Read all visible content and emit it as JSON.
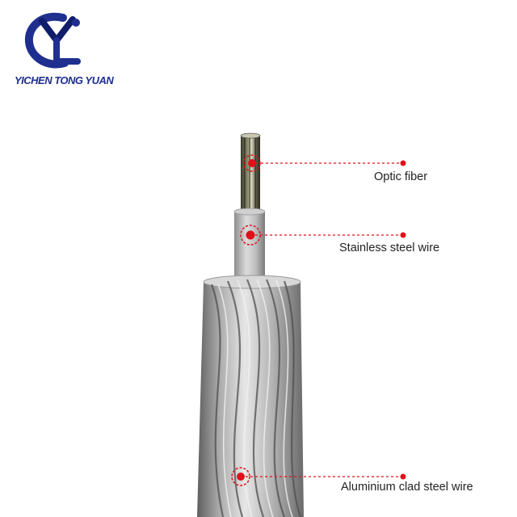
{
  "brand": {
    "name": "YICHEN TONG YUAN",
    "logo_icon": "yc-monogram-logo",
    "colors": {
      "blue": "#1f2f8f",
      "navy": "#0f1d6b"
    }
  },
  "diagram": {
    "components": [
      {
        "id": "fiber",
        "label": "Optic fiber"
      },
      {
        "id": "steel",
        "label": "Stainless steel wire"
      },
      {
        "id": "clad",
        "label": "Aluminium clad steel wire"
      }
    ],
    "callout_color": "#e0101a"
  }
}
